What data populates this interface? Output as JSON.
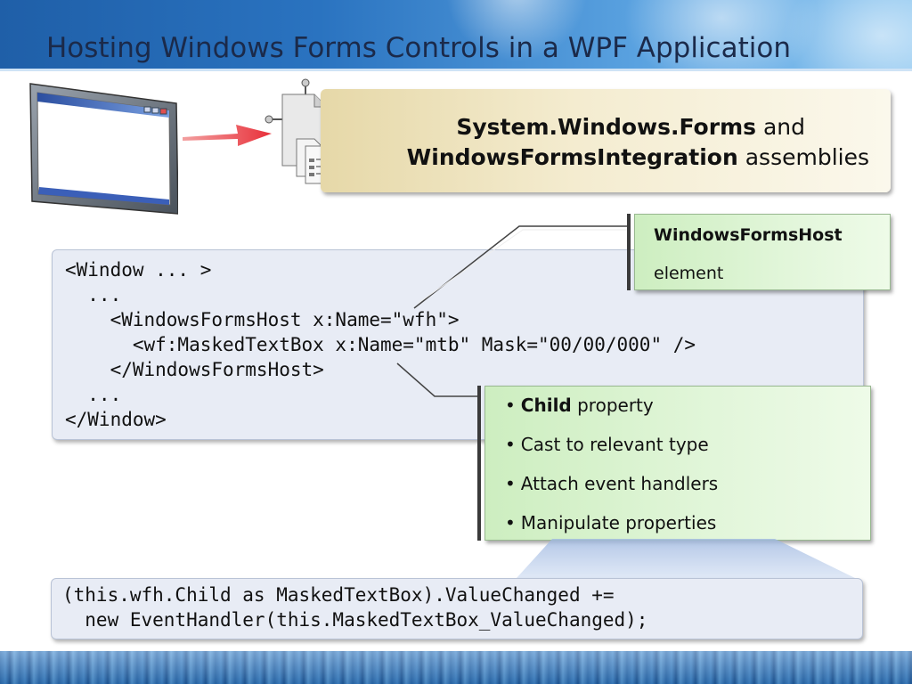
{
  "slide": {
    "title": "Hosting Windows Forms Controls in a WPF Application"
  },
  "assemblies": {
    "name1": "System.Windows.Forms",
    "joiner": "and",
    "name2": "WindowsFormsIntegration",
    "suffix": "assemblies"
  },
  "xaml_code": {
    "lines": [
      "<Window ... >",
      "  ...",
      "    <WindowsFormsHost x:Name=\"wfh\">",
      "      <wf:MaskedTextBox x:Name=\"mtb\" Mask=\"00/00/000\" />",
      "    </WindowsFormsHost>",
      "  ...",
      "</Window>"
    ]
  },
  "host_callout": {
    "title": "WindowsFormsHost",
    "subtitle": "element"
  },
  "child_callout": {
    "items": [
      {
        "bold": "Child",
        "text": " property"
      },
      {
        "bold": "",
        "text": "Cast to relevant type"
      },
      {
        "bold": "",
        "text": "Attach event handlers"
      },
      {
        "bold": "",
        "text": "Manipulate properties"
      }
    ],
    "bullet": "•"
  },
  "csharp_code": {
    "lines": [
      "(this.wfh.Child as MaskedTextBox).ValueChanged +=",
      "  new EventHandler(this.MaskedTextBox_ValueChanged);"
    ]
  },
  "colors": {
    "title": "#1b2a4a",
    "banner": "#2a73c0",
    "callout_green": "#d8f2cc",
    "assemblies_tan": "#efe4bf",
    "code_bg": "#e8ecf5",
    "arrow_red": "#e8303a"
  },
  "icons": {
    "window": "application-window-icon",
    "arrow": "red-arrow-icon",
    "assembly": "assembly-document-icon"
  }
}
